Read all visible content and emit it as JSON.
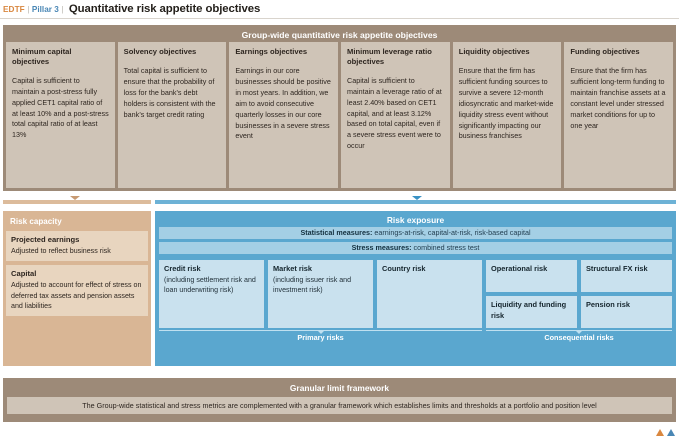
{
  "header": {
    "tag_edtf": "EDTF",
    "separator": "|",
    "tag_pillar": "Pillar 3",
    "title": "Quantitative risk appetite objectives"
  },
  "objectives_band": {
    "title": "Group-wide quantitative risk appetite objectives",
    "cards": [
      {
        "title": "Minimum capital objectives",
        "body": "Capital is sufficient to maintain a post-stress fully applied CET1 capital ratio of at least 10% and a post-stress total capital ratio of at least 13%"
      },
      {
        "title": "Solvency objectives",
        "body": "Total capital is sufficient to ensure that the probability of loss for the bank’s debt holders is consistent with the bank’s target credit rating"
      },
      {
        "title": "Earnings objectives",
        "body": "Earnings in our core businesses should be positive in most years. In addition, we aim to avoid consecutive quarterly losses in our core businesses in a severe stress event"
      },
      {
        "title": "Minimum leverage ratio objectives",
        "body": "Capital is sufficient to maintain a leverage ratio of at least 2.40% based on CET1 capital, and at least 3.12% based on total capital, even if a severe stress event were to occur"
      },
      {
        "title": "Liquidity objectives",
        "body": "Ensure that the firm has sufficient funding sources to survive a severe 12-month idiosyncratic and market-wide liquidity stress event without significantly impacting our business franchises"
      },
      {
        "title": "Funding objectives",
        "body": "Ensure that the firm has sufficient long-term funding to maintain franchise assets at a constant level under stressed market conditions for up to one year"
      }
    ]
  },
  "risk_capacity": {
    "title": "Risk capacity",
    "boxes": [
      {
        "title": "Projected earnings",
        "body": "Adjusted to reflect business risk"
      },
      {
        "title": "Capital",
        "body": "Adjusted to account for effect of stress on deferred tax assets and pension assets and liabilities"
      }
    ]
  },
  "risk_exposure": {
    "title": "Risk exposure",
    "measures": [
      {
        "label": "Statistical measures:",
        "value": " earnings-at-risk, capital-at-risk, risk-based capital"
      },
      {
        "label": "Stress measures:",
        "value": " combined stress test"
      }
    ],
    "primary_risks": [
      {
        "title": "Credit risk",
        "detail": "(including settlement risk and loan underwriting risk)"
      },
      {
        "title": "Market risk",
        "detail": "(including issuer risk and investment risk)"
      },
      {
        "title": "Country risk",
        "detail": ""
      }
    ],
    "consequential_risks": [
      {
        "title": "Operational risk"
      },
      {
        "title": "Structural FX risk"
      },
      {
        "title": "Liquidity and funding risk"
      },
      {
        "title": "Pension risk"
      }
    ],
    "primary_label": "Primary risks",
    "consequential_label": "Consequential risks"
  },
  "granular": {
    "title": "Granular limit framework",
    "body": "The Group-wide statistical and stress metrics are complemented with a granular framework which establishes limits and thresholds at a portfolio and position level"
  },
  "colors": {
    "accent_orange": "#d9873f",
    "accent_blue": "#4a87b5",
    "band_brown": "#9d8a78",
    "card_tan": "#cfc4b7",
    "capacity_tan": "#d9b695",
    "exposure_blue": "#5aa7cf"
  }
}
